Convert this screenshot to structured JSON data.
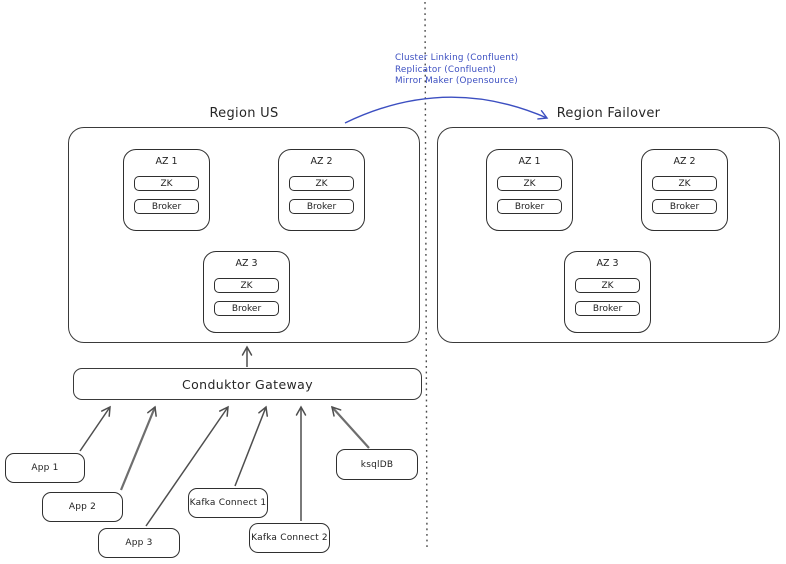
{
  "colors": {
    "ink": "#2f2f2f",
    "arrow_gray": "#4e4e4e",
    "accent_blue": "#3c4fc1",
    "background": "#ffffff"
  },
  "replication": {
    "lines": [
      "Cluster Linking (Confluent)",
      "Replicator (Confluent)",
      "Mirror Maker (Opensource)"
    ]
  },
  "regions": [
    {
      "title": "Region US",
      "azs": [
        {
          "title": "AZ 1",
          "zk": "ZK",
          "broker": "Broker"
        },
        {
          "title": "AZ 2",
          "zk": "ZK",
          "broker": "Broker"
        },
        {
          "title": "AZ 3",
          "zk": "ZK",
          "broker": "Broker"
        }
      ]
    },
    {
      "title": "Region Failover",
      "azs": [
        {
          "title": "AZ 1",
          "zk": "ZK",
          "broker": "Broker"
        },
        {
          "title": "AZ 2",
          "zk": "ZK",
          "broker": "Broker"
        },
        {
          "title": "AZ 3",
          "zk": "ZK",
          "broker": "Broker"
        }
      ]
    }
  ],
  "gateway": {
    "label": "Conduktor Gateway"
  },
  "clients": [
    {
      "label": "App 1"
    },
    {
      "label": "App 2"
    },
    {
      "label": "App 3"
    },
    {
      "label": "Kafka Connect 1"
    },
    {
      "label": "Kafka Connect 2"
    },
    {
      "label": "ksqlDB"
    }
  ]
}
